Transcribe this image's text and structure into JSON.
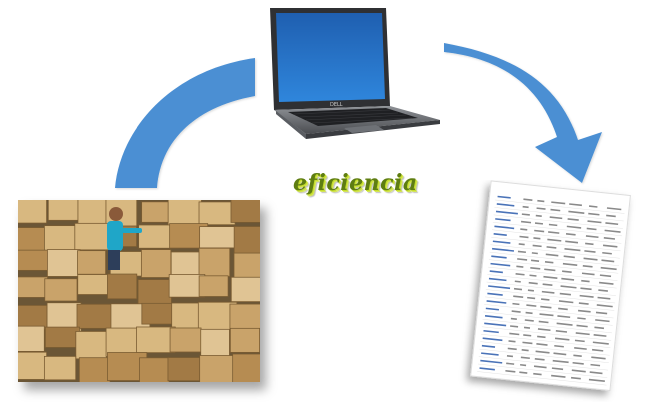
{
  "center_label": "eficiencia",
  "laptop": {
    "brand_text": "DELL",
    "screen_color": "#2a73c6",
    "body_color": "#2f3033"
  },
  "colors": {
    "arrow": "#4b8fd3",
    "label_green": "#5e7d12",
    "label_highlight": "#c4dc2c"
  },
  "icons": {
    "warehouse": "warehouse-photo",
    "report": "report-document",
    "laptop": "laptop-icon"
  }
}
